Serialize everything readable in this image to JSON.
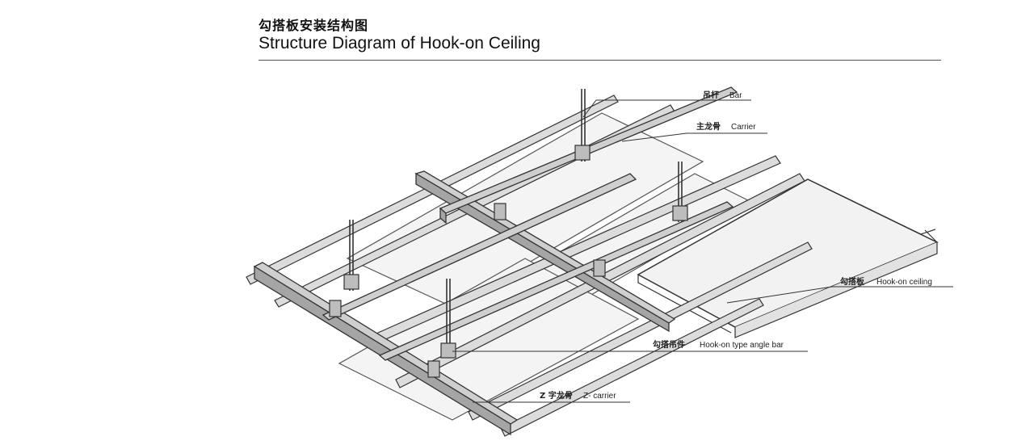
{
  "title_cn": "勾搭板安装结构图",
  "title_en": "Structure Diagram of Hook-on Ceiling",
  "labels": {
    "bar_cn": "吊杆",
    "bar_en": "Bar",
    "carrier_cn": "主龙骨",
    "carrier_en": "Carrier",
    "hook_ceiling_cn": "勾搭板",
    "hook_ceiling_en": "Hook-on ceiling",
    "angle_bar_cn": "勾搭吊件",
    "angle_bar_en": "Hook-on type angle bar",
    "zcarrier_cn": "Z 字龙骨",
    "zcarrier_en": "Z- carrier"
  },
  "colors": {
    "line": "#333333",
    "panel": "#f2f2f2",
    "rail": "#d9d9d9",
    "rail_dark": "#8a8a8a"
  }
}
